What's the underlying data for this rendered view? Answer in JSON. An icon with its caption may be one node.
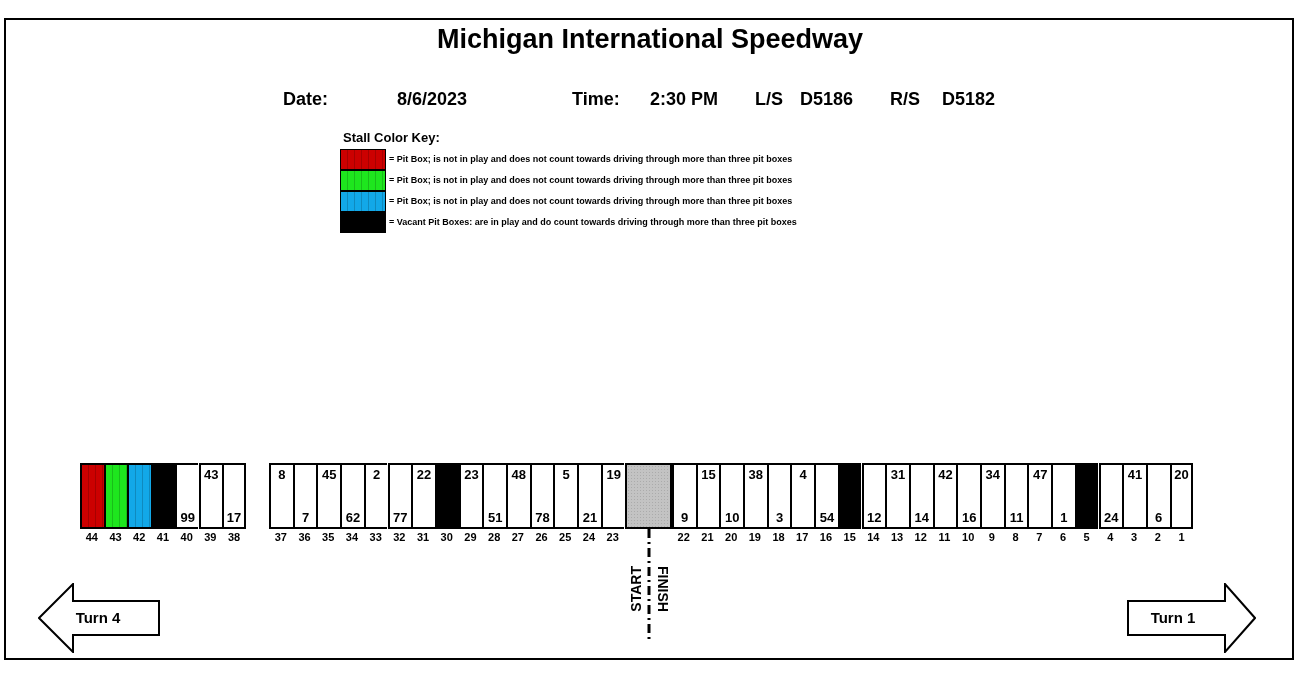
{
  "diagram": {
    "title": "Michigan International Speedway",
    "nodes": [
      {
        "text": [],
        "shape": "box",
        "beside": [
          "44"
        ]
      },
      {
        "text": [],
        "shape": "box",
        "beside": [
          "43"
        ]
      },
      {
        "text": [],
        "shape": "box",
        "beside": [
          "42"
        ]
      },
      {
        "text": [],
        "shape": "box",
        "beside": [
          "41"
        ]
      },
      {
        "text": [
          "99"
        ],
        "beside": [
          "40"
        ]
      },
      {
        "text": [
          "43"
        ],
        "beside": [
          "39"
        ]
      },
      {
        "text": [
          "17"
        ],
        "beside": [
          "38"
        ]
      },
      {
        "text": [
          "8"
        ],
        "beside": [
          "37"
        ]
      },
      {
        "text": [
          "7"
        ],
        "beside": [
          "36"
        ]
      },
      {
        "text": [
          "45"
        ],
        "beside": [
          "35"
        ]
      },
      {
        "text": [
          "62"
        ],
        "beside": [
          "34"
        ]
      },
      {
        "text": [
          "2"
        ],
        "beside": [
          "33"
        ]
      },
      {
        "text": [
          "77"
        ],
        "beside": [
          "32"
        ]
      },
      {
        "text": [
          "22"
        ],
        "beside": [
          "31"
        ]
      },
      {
        "text": [],
        "shape": "box",
        "beside": [
          "30"
        ]
      },
      {
        "text": [
          "23"
        ],
        "beside": [
          "29"
        ]
      },
      {
        "text": [
          "51"
        ],
        "beside": [
          "28"
        ]
      },
      {
        "text": [
          "48"
        ],
        "beside": [
          "27"
        ]
      },
      {
        "text": [
          "78"
        ],
        "beside": [
          "26"
        ]
      },
      {
        "text": [
          "5"
        ],
        "beside": [
          "25"
        ]
      },
      {
        "text": [
          "21"
        ],
        "beside": [
          "24"
        ]
      },
      {
        "text": [
          "19"
        ],
        "beside": [
          "23"
        ]
      },
      {
        "text": [],
        "shape": "box"
      },
      {
        "text": [
          "9"
        ],
        "beside": [
          "22"
        ]
      },
      {
        "text": [
          "15"
        ],
        "beside": [
          "21"
        ]
      },
      {
        "text": [
          "10"
        ],
        "beside": [
          "20"
        ]
      },
      {
        "text": [
          "38"
        ],
        "beside": [
          "19"
        ]
      },
      {
        "text": [
          "3"
        ],
        "beside": [
          "18"
        ]
      },
      {
        "text": [
          "4"
        ],
        "beside": [
          "17"
        ]
      },
      {
        "text": [
          "54"
        ],
        "beside": [
          "16"
        ]
      },
      {
        "text": [],
        "shape": "box",
        "beside": [
          "15"
        ]
      },
      {
        "text": [
          "12"
        ],
        "beside": [
          "14"
        ]
      },
      {
        "text": [
          "31"
        ],
        "beside": [
          "13"
        ]
      },
      {
        "text": [
          "14"
        ],
        "beside": [
          "12"
        ]
      },
      {
        "text": [
          "42"
        ],
        "beside": [
          "11"
        ]
      },
      {
        "text": [
          "16"
        ],
        "beside": [
          "10"
        ]
      },
      {
        "text": [
          "34"
        ],
        "beside": [
          "9"
        ]
      },
      {
        "text": [
          "11"
        ],
        "beside": [
          "8"
        ]
      },
      {
        "text": [
          "47"
        ],
        "beside": [
          "7"
        ]
      },
      {
        "text": [
          "1"
        ],
        "beside": [
          "6"
        ]
      },
      {
        "text": [],
        "shape": "box",
        "beside": [
          "5"
        ]
      },
      {
        "text": [
          "24"
        ],
        "beside": [
          "4"
        ]
      },
      {
        "text": [
          "41"
        ],
        "beside": [
          "3"
        ]
      },
      {
        "text": [
          "6"
        ],
        "beside": [
          "2"
        ]
      },
      {
        "text": [
          "20"
        ],
        "beside": [
          "1"
        ]
      },
      {
        "text": [
          "Turn 4"
        ]
      },
      {
        "text": [
          "Turn 1"
        ]
      }
    ],
    "labels": [
      "Date:",
      "8/6/2023",
      "Time:",
      "2:30 PM",
      "L/S",
      "D5186",
      "R/S",
      "D5182",
      "Stall Color Key:",
      "START",
      "FINISH"
    ],
    "legend": [
      {
        "text": "= Pit Box; is not in play and does not count towards driving through more than three pit boxes",
        "color": "#cc0000"
      },
      {
        "text": "= Pit Box; is not in play and does not count towards driving through more than three pit boxes",
        "color": "#1ee61e"
      },
      {
        "text": "= Pit Box; is not in play and does not count towards driving through more than three pit boxes",
        "color": "#12a8e8"
      },
      {
        "text": "= Vacant Pit Boxes: are in play and do count towards driving through more than three pit boxes",
        "color": "#000000"
      }
    ]
  }
}
